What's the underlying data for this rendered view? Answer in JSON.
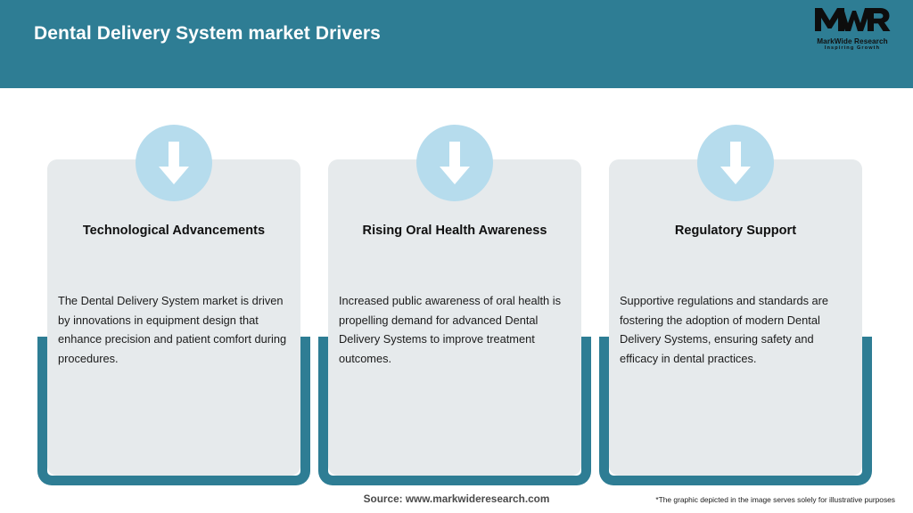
{
  "header": {
    "title": "Dental Delivery System market Drivers",
    "background_color": "#2e7d94",
    "title_color": "#ffffff"
  },
  "logo": {
    "mark": "MWR",
    "name": "MarkWide Research",
    "tagline": "Inspiring Growth"
  },
  "theme": {
    "accent_teal": "#2e7d94",
    "panel_grey": "#e6eaec",
    "circle_blue": "#b6dced",
    "arrow_white": "#ffffff"
  },
  "cards": [
    {
      "icon": "arrow-down-circle-icon",
      "title": "Technological Advancements",
      "body": "The Dental Delivery System market is driven by innovations in equipment design that enhance precision and patient comfort during procedures."
    },
    {
      "icon": "arrow-down-circle-icon",
      "title": "Rising Oral Health Awareness",
      "body": "Increased public awareness of oral health is propelling demand for advanced Dental Delivery Systems to improve treatment outcomes."
    },
    {
      "icon": "arrow-down-circle-icon",
      "title": "Regulatory Support",
      "body": "Supportive regulations and standards are fostering the adoption of modern Dental Delivery Systems, ensuring safety and efficacy in dental practices."
    }
  ],
  "footer": {
    "source": "Source: www.markwideresearch.com",
    "disclaimer": "*The graphic depicted in the image serves solely for illustrative purposes"
  }
}
